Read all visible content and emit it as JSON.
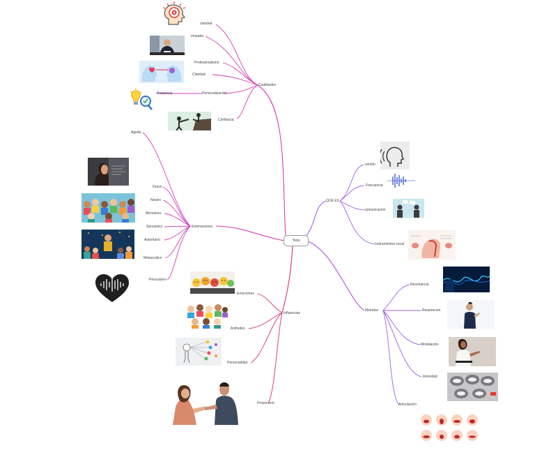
{
  "root": "Tono",
  "branches": {
    "cualidades": {
      "label": "Cualidades",
      "items": [
        "claridad",
        "empatía",
        "Profesionalismo",
        "Claridad",
        "Presencia",
        "Personalización",
        "Confianza"
      ]
    },
    "entonaciones": {
      "label": "Entonaciones",
      "items": [
        "Agudo",
        "Grave",
        "Neutro",
        "Monotono",
        "Sarcastico",
        "Autoritario",
        "Melancolico",
        "Persuasivo"
      ]
    },
    "que_es": {
      "label": "QUE ES",
      "items": [
        "sonido",
        "Frecuencia",
        "comunicación",
        "Instrumentos vocal"
      ]
    },
    "metodos": {
      "label": "Metodos",
      "items": [
        "Resonancia",
        "Respiracion",
        "Modulación",
        "Velocidad",
        "Articulación"
      ]
    },
    "influencias": {
      "label": "Influencias",
      "items": [
        "Emociones",
        "Actitudes",
        "Personalidad",
        "Proyeccion"
      ]
    }
  },
  "colors": {
    "magenta": "#d63bb5",
    "violet": "#9a63e0",
    "purple": "#b14cd8",
    "crimson": "#d82f6a"
  },
  "images": [
    "head-target-icon",
    "businessman-photo",
    "heads-connection-icon",
    "lightbulb-magnifier-icon",
    "helping-hand-illustration",
    "woman-speaking-photo",
    "diverse-group-illustration",
    "crowd-performer-illustration",
    "heart-soundwave-icon",
    "emoji-faces-photo",
    "diverse-faces-illustration",
    "mind-ideas-illustration",
    "couple-talking-photo",
    "speaking-head-icon",
    "soundwave-icon",
    "chat-people-illustration",
    "vocal-anatomy-diagram",
    "blue-soundwave-image",
    "man-waving-photo",
    "woman-gesturing-photo",
    "mouths-speaking-image",
    "mouth-shapes-chart"
  ]
}
